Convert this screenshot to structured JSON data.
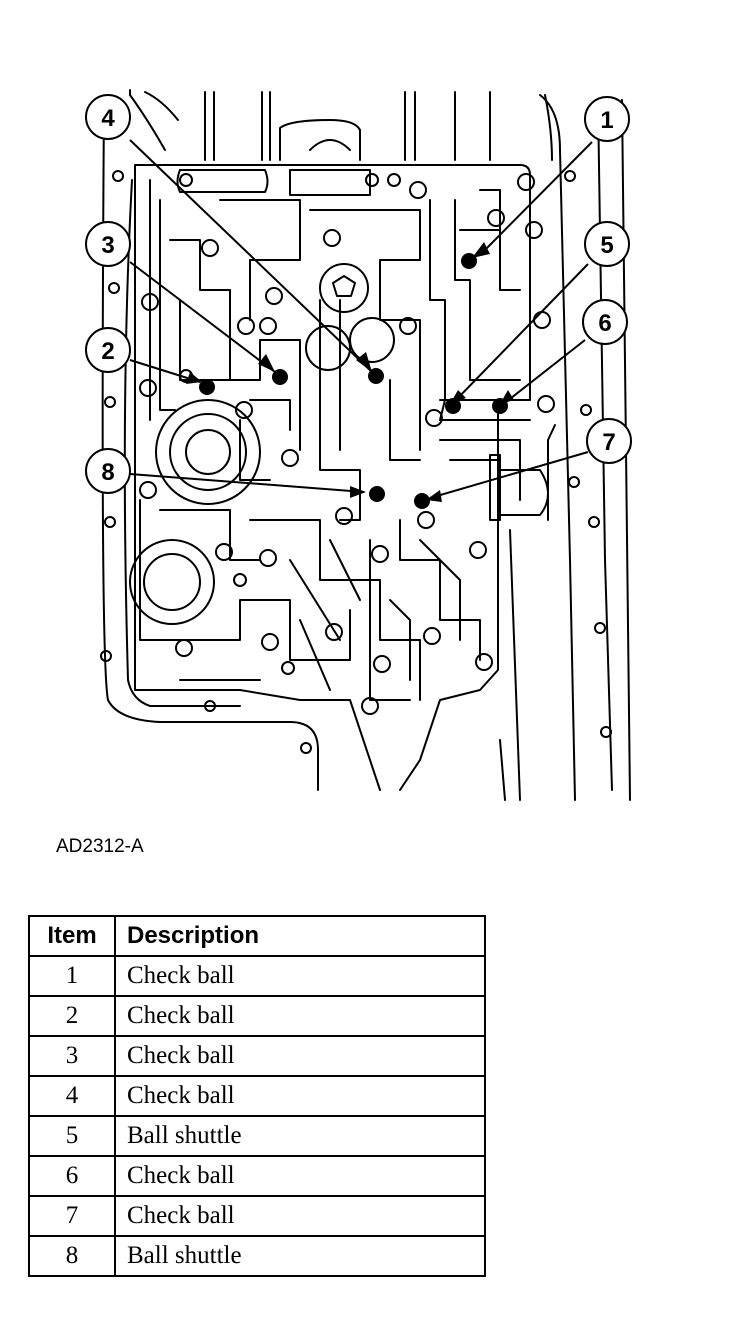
{
  "figure": {
    "id_label": "AD2312-A",
    "callouts": [
      {
        "number": "1"
      },
      {
        "number": "2"
      },
      {
        "number": "3"
      },
      {
        "number": "4"
      },
      {
        "number": "5"
      },
      {
        "number": "6"
      },
      {
        "number": "7"
      },
      {
        "number": "8"
      }
    ]
  },
  "legend": {
    "headers": {
      "item": "Item",
      "description": "Description"
    },
    "rows": [
      {
        "item": "1",
        "description": "Check ball"
      },
      {
        "item": "2",
        "description": "Check ball"
      },
      {
        "item": "3",
        "description": "Check ball"
      },
      {
        "item": "4",
        "description": "Check ball"
      },
      {
        "item": "5",
        "description": "Ball shuttle"
      },
      {
        "item": "6",
        "description": "Check ball"
      },
      {
        "item": "7",
        "description": "Check ball"
      },
      {
        "item": "8",
        "description": "Ball shuttle"
      }
    ]
  }
}
